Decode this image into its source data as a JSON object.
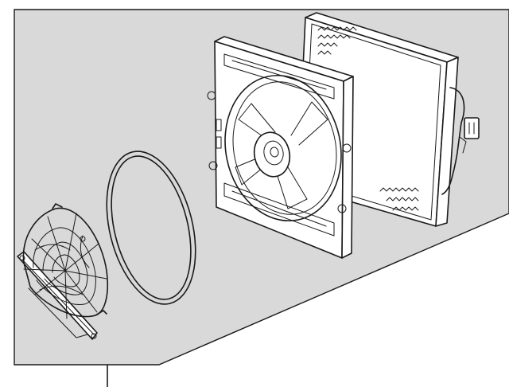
{
  "diagram": {
    "background_color": "#d9d9d9",
    "line_color": "#1a1a1a",
    "parts": [
      {
        "name": "fan-shroud-grille"
      },
      {
        "name": "seal-ring"
      },
      {
        "name": "fan-shroud-housing"
      },
      {
        "name": "condenser-core"
      }
    ]
  }
}
